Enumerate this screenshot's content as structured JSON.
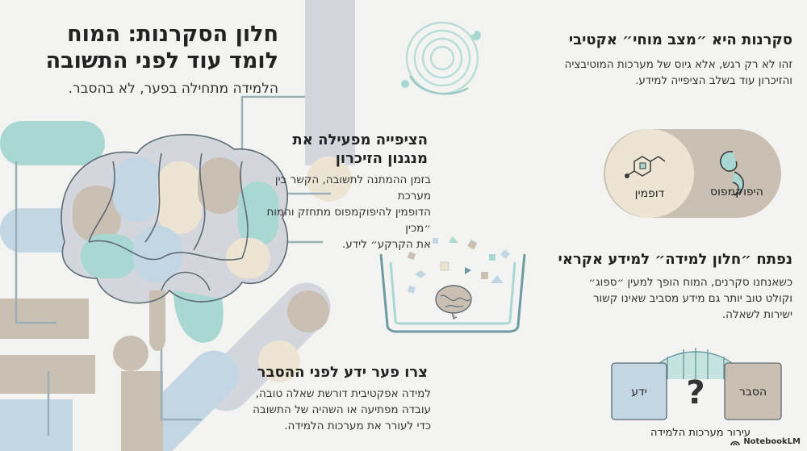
{
  "header": {
    "title_line1": "חלון הסקרנות: המוח",
    "title_line2": "לומד עוד לפני התשובה",
    "subtitle": "הלמידה מתחילה בפער, לא בהסבר."
  },
  "sections": [
    {
      "title": "סקרנות היא ״מצב מוחי״ אקטיבי",
      "body": [
        "זהו לא רק רגש, אלא גיוס של מערכות המוטיבציה",
        "והזיכרון עוד בשלב הציפייה למידע."
      ]
    },
    {
      "title_line1": "הציפייה מפעילה את",
      "title_line2": "מנגנון הזיכרון",
      "body": [
        "בזמן ההמתנה לתשובה, הקשר בין מערכת",
        "הדופמין להיפוקמפוס מתחזק והמוח ״מכין",
        "את הקרקע״ לידע."
      ],
      "labels": {
        "dopamine": "דופמין",
        "hippocampus": "היפוקמפוס"
      }
    },
    {
      "title": "נפתח ״חלון למידה״ למידע אקראי",
      "body": [
        "כשאנחנו סקרנים, המוח הופך למעין ״ספוג״",
        "וקולט טוב יותר גם מידע מסביב שאינו קשור",
        "ישירות לשאלה."
      ]
    },
    {
      "title": "צרו פער ידע לפני ההסבר",
      "body": [
        "למידה אפקטיבית דורשת שאלה טובה,",
        "עובדה מפתיעה או השהיה של התשובה",
        "כדי לעורר את מערכות הלמידה."
      ],
      "labels": {
        "knowledge": "ידע",
        "explanation": "הסבר",
        "caption": "עירור מערכות הלמידה"
      }
    }
  ],
  "brand": "NotebookLM",
  "colors": {
    "teal": "#a9d8d3",
    "blue": "#c3d6e3",
    "beige": "#ece5d3",
    "taupe": "#c9c0b3",
    "grey": "#d3d6dc",
    "line": "#6e9aa1"
  }
}
